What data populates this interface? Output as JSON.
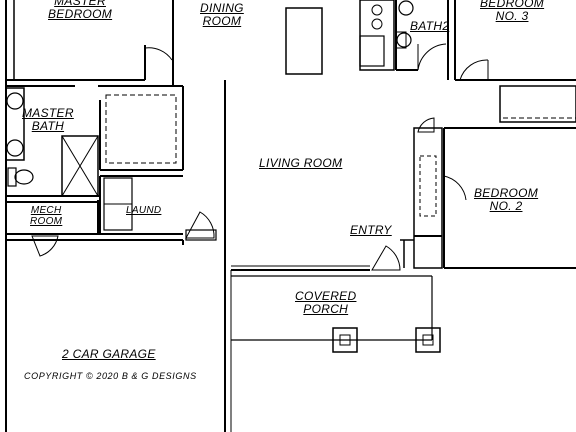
{
  "plan": {
    "rooms": {
      "master_bedroom": [
        "MASTER",
        "BEDROOM"
      ],
      "dining_room": [
        "DINING",
        "ROOM"
      ],
      "bath2": "BATH2",
      "bedroom3": [
        "BEDROOM",
        "NO. 3"
      ],
      "master_bath": [
        "MASTER",
        "BATH"
      ],
      "living_room": "LIVING ROOM",
      "bedroom2": [
        "BEDROOM",
        "NO. 2"
      ],
      "mech_room": [
        "MECH",
        "ROOM"
      ],
      "laundry": "LAUND",
      "entry": "ENTRY",
      "covered_porch": [
        "COVERED",
        "PORCH"
      ],
      "garage": "2 CAR GARAGE"
    },
    "copyright": "COPYRIGHT © 2020 B & G DESIGNS"
  }
}
